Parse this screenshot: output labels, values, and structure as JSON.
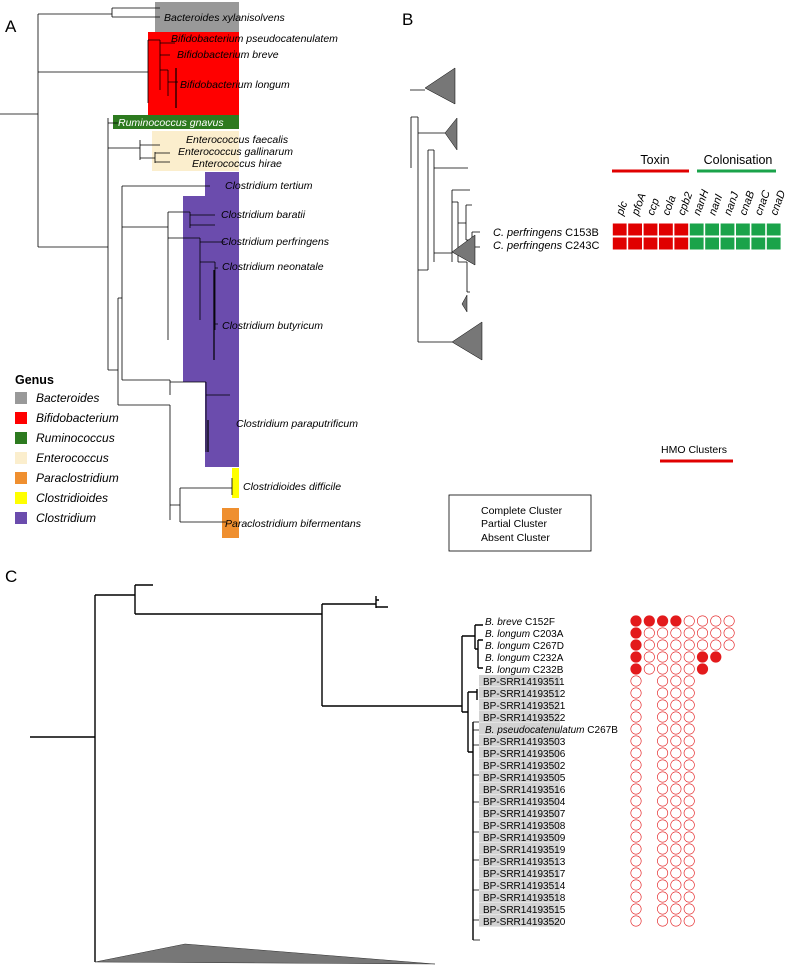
{
  "panels": {
    "a": {
      "letter": "A",
      "taxa": [
        {
          "name": "Bacteroides xylanisolvens",
          "genus": "bacteroides"
        },
        {
          "name": "Bifidobacterium pseudocatenulatem",
          "genus": "bifidobacterium"
        },
        {
          "name": "Bifidobacterium breve",
          "genus": "bifidobacterium"
        },
        {
          "name": "Bifidobacterium longum",
          "genus": "bifidobacterium"
        },
        {
          "name": "Ruminococcus gnavus",
          "genus": "ruminococcus"
        },
        {
          "name": "Enterococcus faecalis",
          "genus": "enterococcus"
        },
        {
          "name": "Enterococcus gallinarum",
          "genus": "enterococcus"
        },
        {
          "name": "Enterococcus hirae",
          "genus": "enterococcus"
        },
        {
          "name": "Clostridium tertium",
          "genus": "clostridium"
        },
        {
          "name": "Clostridium baratii",
          "genus": "clostridium"
        },
        {
          "name": "Clostridium perfringens",
          "genus": "clostridium"
        },
        {
          "name": "Clostridium neonatale",
          "genus": "clostridium"
        },
        {
          "name": "Clostridium butyricum",
          "genus": "clostridium"
        },
        {
          "name": "Clostridium paraputrificum",
          "genus": "clostridium"
        },
        {
          "name": "Clostridioides difficile",
          "genus": "clostridioides"
        },
        {
          "name": "Paraclostridium bifermentans",
          "genus": "paraclostridium"
        }
      ],
      "legend": {
        "title": "Genus",
        "items": [
          {
            "key": "bacteroides",
            "label": "Bacteroides",
            "color": "#999999"
          },
          {
            "key": "bifidobacterium",
            "label": "Bifidobacterium",
            "color": "#ff0000"
          },
          {
            "key": "ruminococcus",
            "label": "Ruminococcus",
            "color": "#2d7a1f"
          },
          {
            "key": "enterococcus",
            "label": "Enterococcus",
            "color": "#fbeecd"
          },
          {
            "key": "paraclostridium",
            "label": "Paraclostridium",
            "color": "#ef8f2f"
          },
          {
            "key": "clostridioides",
            "label": "Clostridioides",
            "color": "#ffff00"
          },
          {
            "key": "clostridium",
            "label": "Clostridium",
            "color": "#6b4cad"
          }
        ]
      }
    },
    "b": {
      "letter": "B",
      "group_toxin": {
        "label": "Toxin",
        "color": "#e00000"
      },
      "group_colonisation": {
        "label": "Colonisation",
        "color": "#1aa34a"
      },
      "genes_toxin": [
        "plc",
        "pfoA",
        "ccp",
        "cola",
        "cpb2"
      ],
      "genes_colonisation": [
        "nanH",
        "nanI",
        "nanJ",
        "cnaB",
        "cnaC",
        "cnaD"
      ],
      "strains": [
        {
          "species": "C. perfringens",
          "id": "C153B"
        },
        {
          "species": "C. perfringens",
          "id": "C243C"
        }
      ],
      "hmo_clusters_label": "HMO Clusters",
      "hmo_color": "#e00000",
      "cluster_legend": [
        "Complete Cluster",
        "Partial Cluster",
        "Absent Cluster"
      ]
    },
    "c": {
      "letter": "C",
      "highlight_color": "#d3d3d3",
      "dot_color": "#e31a1c",
      "taxa": [
        {
          "species": "B. breve",
          "id": "C152F"
        },
        {
          "species": "B. longum",
          "id": "C203A"
        },
        {
          "species": "B. longum",
          "id": "C267D"
        },
        {
          "species": "B. longum",
          "id": "C232A"
        },
        {
          "species": "B. longum",
          "id": "C232B"
        },
        {
          "species": "",
          "id": "BP-SRR14193511"
        },
        {
          "species": "",
          "id": "BP-SRR14193512"
        },
        {
          "species": "",
          "id": "BP-SRR14193521"
        },
        {
          "species": "",
          "id": "BP-SRR14193522"
        },
        {
          "species": "B. pseudocatenulatum",
          "id": "C267B"
        },
        {
          "species": "",
          "id": "BP-SRR14193503"
        },
        {
          "species": "",
          "id": "BP-SRR14193506"
        },
        {
          "species": "",
          "id": "BP-SRR14193502"
        },
        {
          "species": "",
          "id": "BP-SRR14193505"
        },
        {
          "species": "",
          "id": "BP-SRR14193516"
        },
        {
          "species": "",
          "id": "BP-SRR14193504"
        },
        {
          "species": "",
          "id": "BP-SRR14193507"
        },
        {
          "species": "",
          "id": "BP-SRR14193508"
        },
        {
          "species": "",
          "id": "BP-SRR14193509"
        },
        {
          "species": "",
          "id": "BP-SRR14193519"
        },
        {
          "species": "",
          "id": "BP-SRR14193513"
        },
        {
          "species": "",
          "id": "BP-SRR14193517"
        },
        {
          "species": "",
          "id": "BP-SRR14193514"
        },
        {
          "species": "",
          "id": "BP-SRR14193518"
        },
        {
          "species": "",
          "id": "BP-SRR14193515"
        },
        {
          "species": "",
          "id": "BP-SRR14193520"
        }
      ],
      "dot_rows": [
        "FFFFOOOO",
        "FOOOOOOO",
        "FOOOOOOO",
        "FOOOOFF.",
        "FOOOOF..",
        "O.OOO...",
        "O.OOO...",
        "O.OOO...",
        "O.OOO...",
        "O.OOO...",
        "O.OOO...",
        "O.OOO...",
        "O.OOO...",
        "O.OOO...",
        "O.OOO...",
        "O.OOO...",
        "O.OOO...",
        "O.OOO...",
        "O.OOO...",
        "O.OOO...",
        "O.OOO...",
        "O.OOO...",
        "O.OOO...",
        "O.OOO...",
        "O.OOO...",
        "O.OOO..."
      ]
    }
  }
}
